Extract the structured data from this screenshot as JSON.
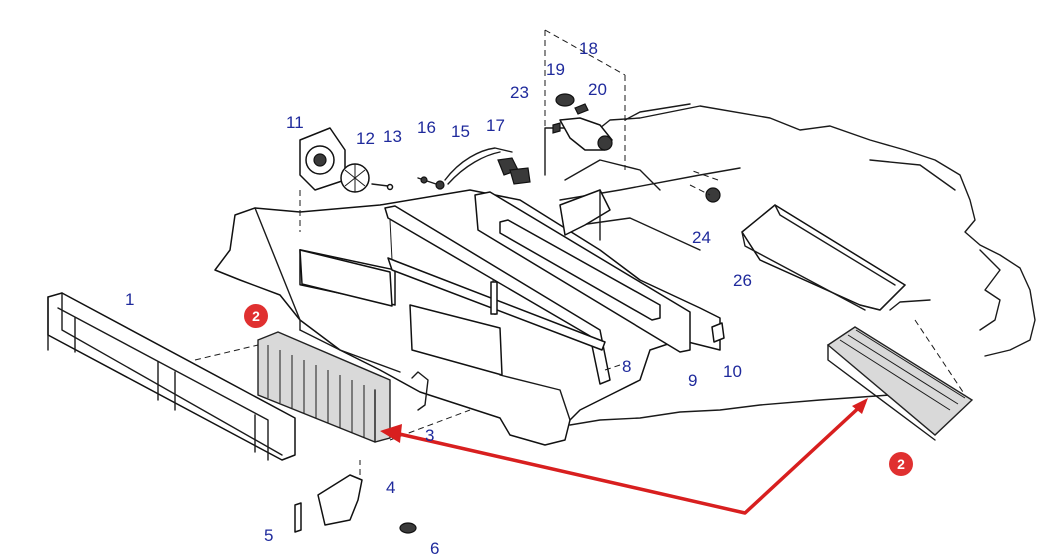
{
  "diagram": {
    "part_numbers": [
      "1",
      "2",
      "3",
      "4",
      "5",
      "6",
      "8",
      "9",
      "10",
      "11",
      "12",
      "13",
      "15",
      "16",
      "17",
      "18",
      "19",
      "20",
      "23",
      "24",
      "26"
    ],
    "callout_badge": "2",
    "colors": {
      "label_blue": "#1f2a9c",
      "badge_red": "#e03030",
      "arrow_red": "#d81f1f",
      "line_black": "#1a1a1a"
    }
  }
}
